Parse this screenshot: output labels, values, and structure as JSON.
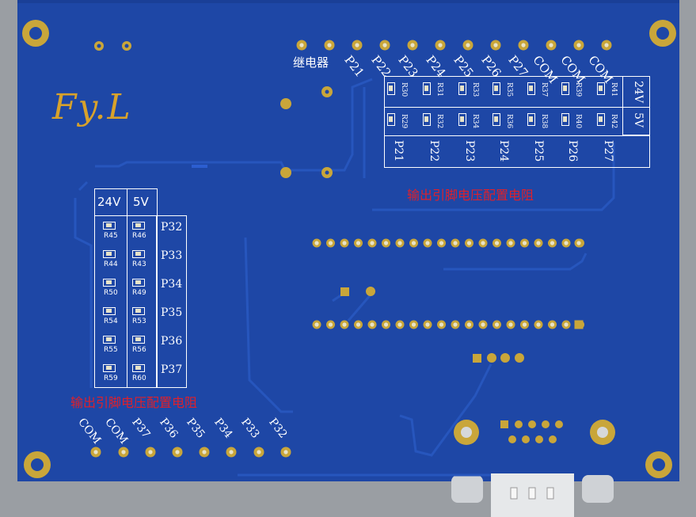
{
  "brand": "Fy.L",
  "top_header": {
    "relay_label": "继电器",
    "pins": [
      "P21",
      "P22",
      "P23",
      "P24",
      "P25",
      "P26",
      "P27",
      "COM",
      "COM",
      "COM"
    ]
  },
  "top_table": {
    "row_24v_label": "24V",
    "row_5v_label": "5V",
    "resistors_24v": [
      "R30",
      "R31",
      "R33",
      "R35",
      "R37",
      "R39",
      "R41"
    ],
    "resistors_5v": [
      "R29",
      "R32",
      "R34",
      "R36",
      "R38",
      "R40",
      "R42"
    ],
    "pins": [
      "P21",
      "P22",
      "P23",
      "P24",
      "P25",
      "P26",
      "P27"
    ],
    "caption": "输出引脚电压配置电阻"
  },
  "left_table": {
    "col_24v_label": "24V",
    "col_5v_label": "5V",
    "rows": [
      {
        "r24": "R45",
        "r5": "R46",
        "pin": "P32"
      },
      {
        "r24": "R44",
        "r5": "R43",
        "pin": "P33"
      },
      {
        "r24": "R50",
        "r5": "R49",
        "pin": "P34"
      },
      {
        "r24": "R54",
        "r5": "R53",
        "pin": "P35"
      },
      {
        "r24": "R55",
        "r5": "R56",
        "pin": "P36"
      },
      {
        "r24": "R59",
        "r5": "R60",
        "pin": "P37"
      }
    ],
    "caption": "输出引脚电压配置电阻"
  },
  "bottom_header": {
    "pins": [
      "COM",
      "COM",
      "P37",
      "P36",
      "P35",
      "P34",
      "P33",
      "P32"
    ]
  },
  "colors": {
    "board": "#1e47a6",
    "trace": "#2756bd",
    "silk": "#ffffff",
    "pad_gold": "#c9a63a",
    "brand_gold": "#d8a22b",
    "caption_red": "#e0202a"
  }
}
